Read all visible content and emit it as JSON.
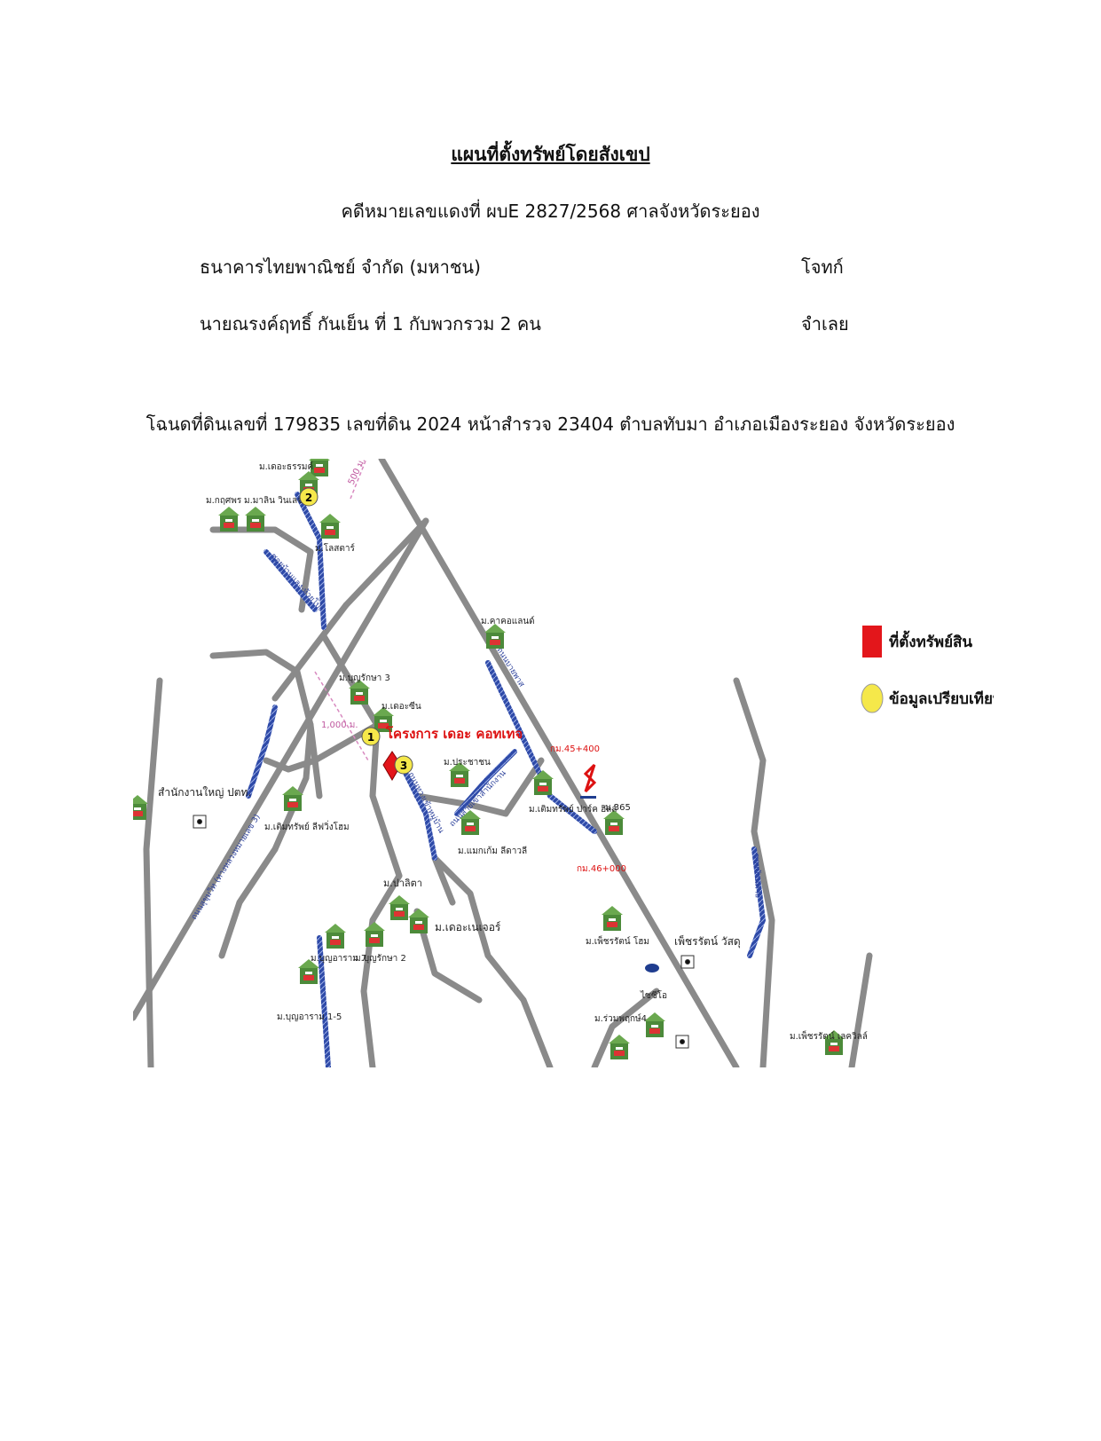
{
  "document": {
    "title": "แผนที่ตั้งทรัพย์โดยสังเขป",
    "case_line": "คดีหมายเลขแดงที่ ผบE 2827/2568 ศาลจังหวัดระยอง",
    "plaintiff": {
      "name": "ธนาคารไทยพาณิชย์ จำกัด (มหาชน)",
      "role": "โจทก์"
    },
    "defendant": {
      "name": "นายณรงค์ฤทธิ์ กันเย็น ที่ 1 กับพวกรวม 2 คน",
      "role": "จำเลย"
    },
    "deed_line": "โฉนดที่ดินเลขที่ 179835 เลขที่ดิน 2024 หน้าสำรวจ 23404  ตำบลทับมา อำเภอเมืองระยอง จังหวัดระยอง"
  },
  "map": {
    "legend": [
      {
        "label": "ที่ตั้งทรัพย์สิน",
        "color": "#e3161b",
        "shape": "square"
      },
      {
        "label": "ข้อมูลเปรียบเทียบ",
        "color": "#f5e84a",
        "shape": "circle"
      }
    ],
    "project_label": "โครงการ เดอะ คอทเทจ",
    "km_markers": [
      "กม.45+400",
      "กม.46+000"
    ],
    "distances": [
      "500 ม.",
      "1,000 ม."
    ],
    "comparison_points": [
      "1",
      "2",
      "3"
    ],
    "place_labels": {
      "village_top": "ม.เดอะธรรมค์",
      "kokpornr": "ม.กฤศพร",
      "malin": "ม.มาลิน วินเลจ",
      "lostar": "ม.โลสตาร์",
      "kirk": "ม.คาคอแลนด์",
      "bunruksa3": "ม.บุญรักษา 3",
      "dezin": "ม.เดอะซีน",
      "prachachon": "ม.ประชาชน",
      "ptt": "สำนักงานใหญ่ ปตท.",
      "sermsub_sam": "ม.เติมทรัพย์ ลีฟวิ่งโฮม",
      "sermsub_chid": "ม.เติมทรัพย์ ปาร์ค ฮิลล์",
      "m365": "ม.365",
      "maekaew": "ม.แมกเก้ม ลีดาวลี",
      "palika": "ม.ปาลิตา",
      "denature": "ม.เดอะเนเจอร์",
      "bunyaram7": "ม.บุญอาราม 7",
      "bunruksa2": "ม.บุญรักษา 2",
      "bunyaram15": "ม.บุญอาราม 1-5",
      "petcharat_home": "ม.เพ็ชรรัตน์ โฮม",
      "petcharat_wasadu": "เพ็ชรรัตน์ วัสดุ",
      "toyota": "ไซซีโอ",
      "ruamphruek4": "ม.ร่วมพฤกษ์4",
      "petcharat_lake": "ม.เพ็ชรรัตน์ เลควิลล์"
    },
    "road_labels": {
      "sukhumvit": "ถนนสุขุมวิท (ทางหลวงหมายเลข 3)",
      "bypass": "ถนนบายพาส",
      "local1": "ซอยบ้านแลง-ห้วยโป่ง",
      "local2": "ถนนทางเข้าหมู่บ้าน",
      "local3": "ถนนสายเข้าสำนักงาน",
      "local4": "ซอยบ้านค่าย"
    }
  }
}
